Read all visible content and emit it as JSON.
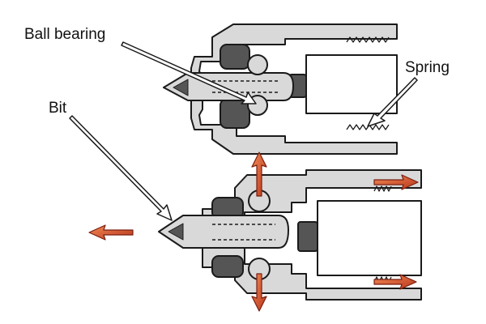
{
  "labels": {
    "ball_bearing": "Ball bearing",
    "spring": "Spring",
    "bit": "Bit"
  },
  "colors": {
    "body": "#d9d9d9",
    "inner": "#555555",
    "outline": "#1a1a1a",
    "arrow_fill": "#e0602e",
    "arrow_shadow": "#7a1f10",
    "pointer_fill": "#ffffff"
  }
}
